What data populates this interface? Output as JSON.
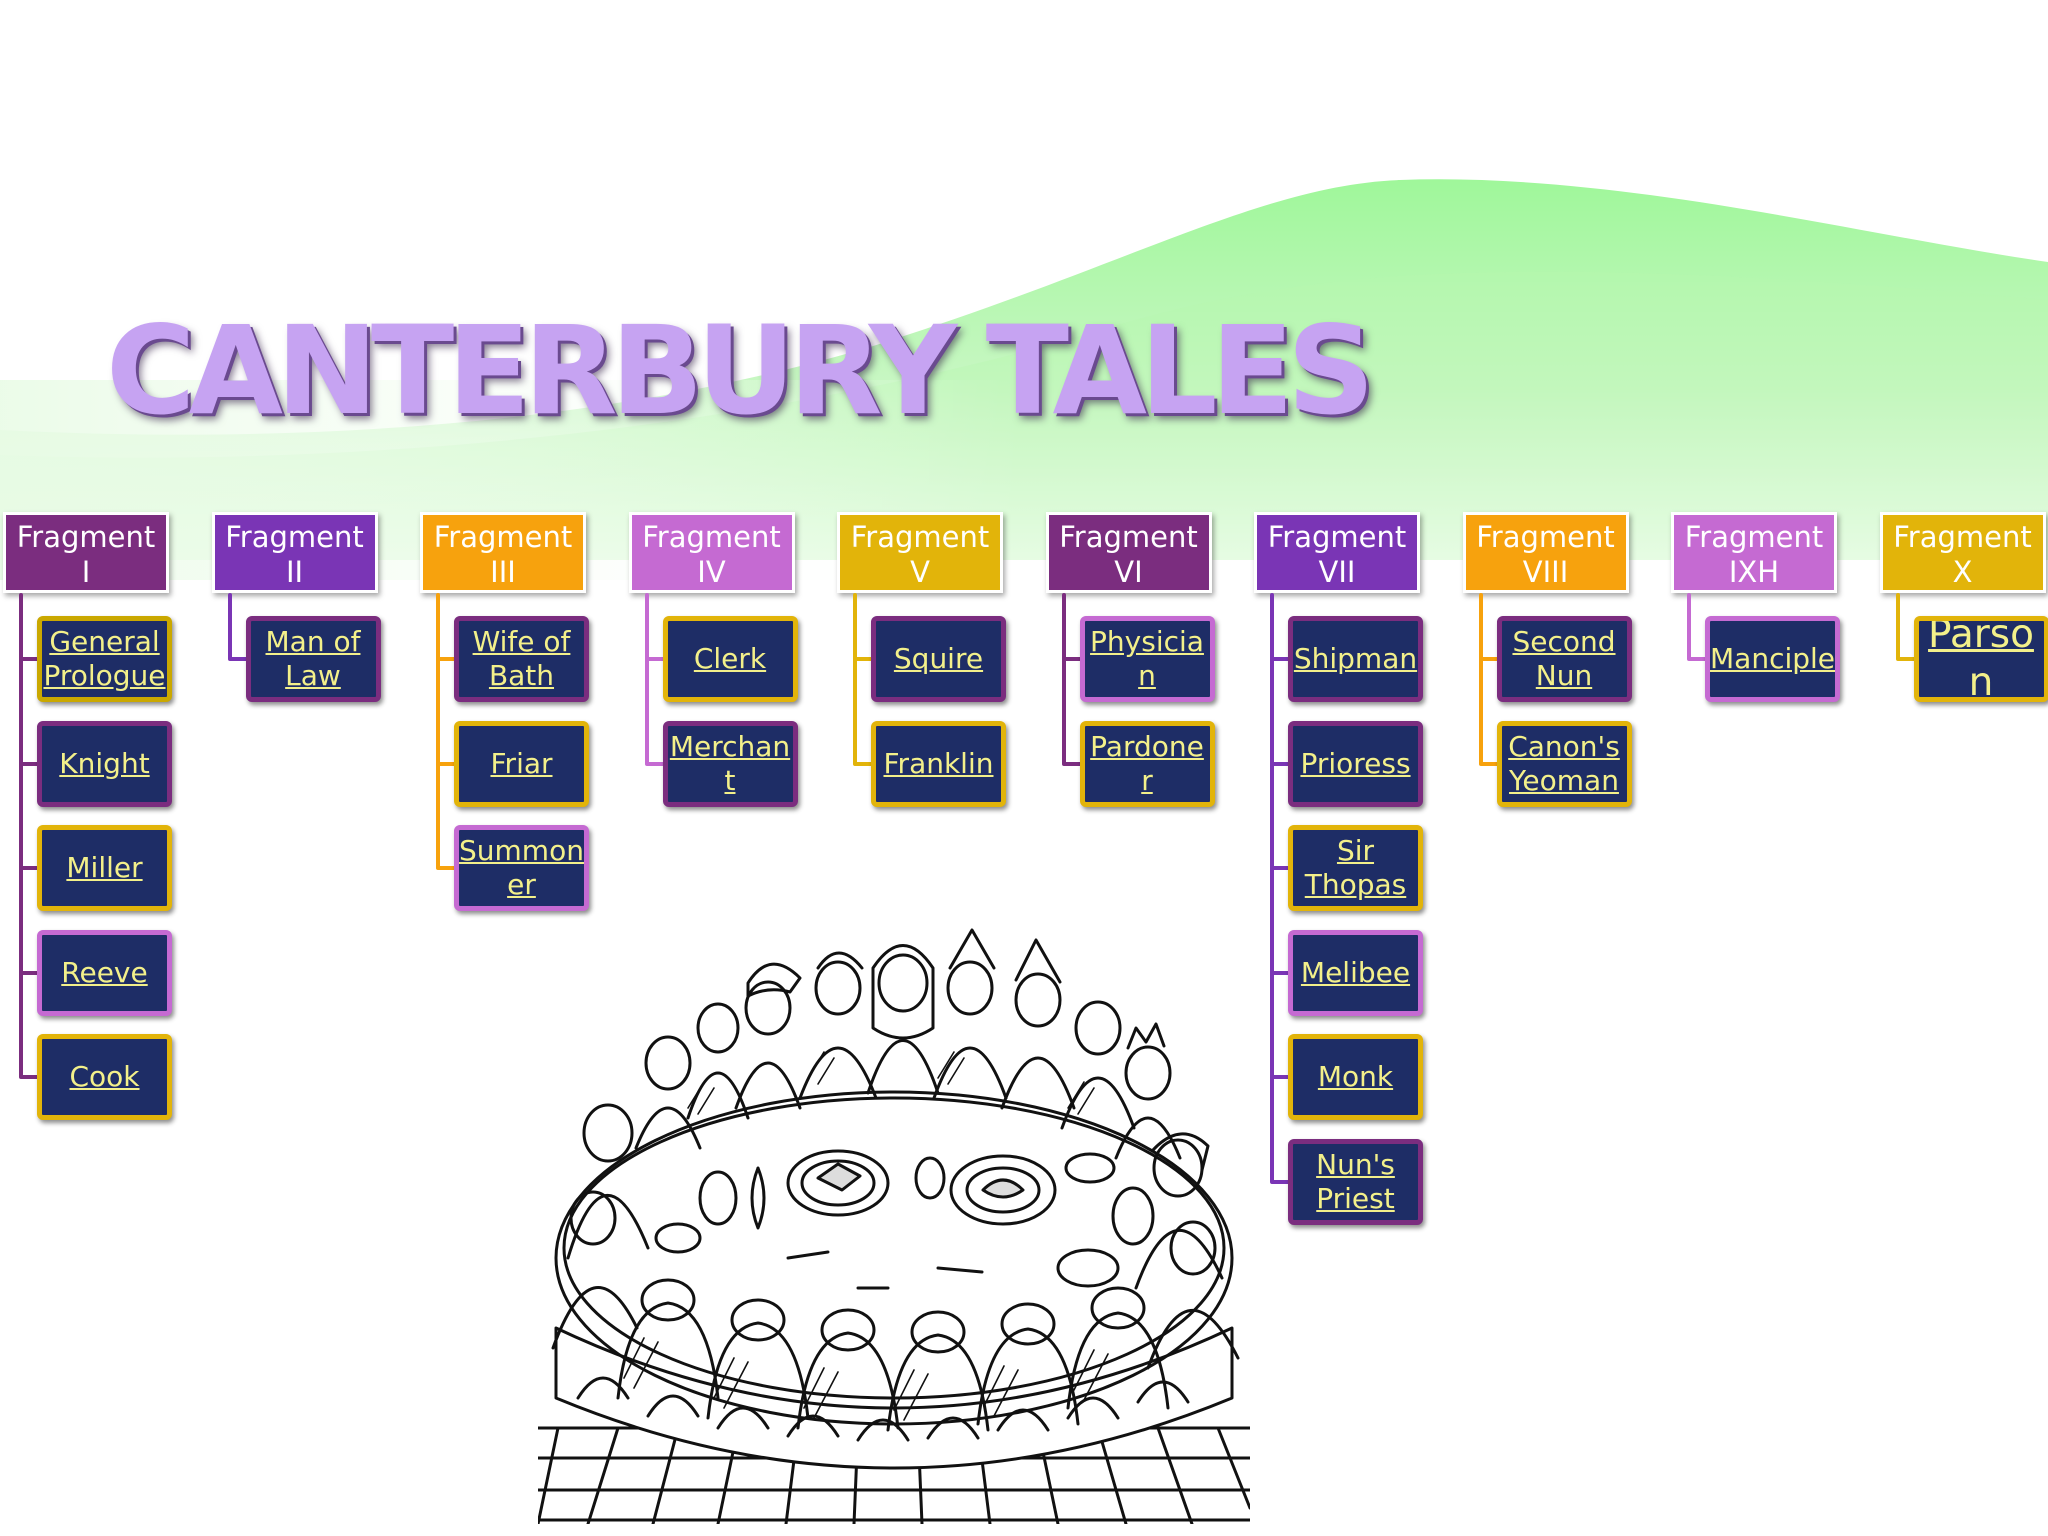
{
  "title": "CANTERBURY TALES",
  "colors": {
    "purple_dark": "#7b2d7f",
    "violet": "#7a35b5",
    "orange": "#f7a20d",
    "orchid": "#c56ad2",
    "gold": "#e2b40a",
    "navy_box": "#1e2d66",
    "item_text": "#f3f08a",
    "title_fill": "#c6a3f2",
    "wave_green": "#9ff79a"
  },
  "fragments": [
    {
      "label": "Fragment\nI",
      "color": "#7b2d7f",
      "items": [
        {
          "label": "General\nPrologue",
          "border": "#caa800"
        },
        {
          "label": "Knight",
          "border": "#7b2d7f"
        },
        {
          "label": "Miller",
          "border": "#e2b40a"
        },
        {
          "label": "Reeve",
          "border": "#c56ad2"
        },
        {
          "label": "Cook",
          "border": "#e2b40a"
        }
      ]
    },
    {
      "label": "Fragment\nII",
      "color": "#7a35b5",
      "items": [
        {
          "label": "Man of\nLaw",
          "border": "#7b2d7f"
        }
      ]
    },
    {
      "label": "Fragment\nIII",
      "color": "#f7a20d",
      "items": [
        {
          "label": "Wife of\nBath",
          "border": "#7b2d7f"
        },
        {
          "label": "Friar",
          "border": "#e2b40a"
        },
        {
          "label": "Summon\ner",
          "border": "#c56ad2"
        }
      ]
    },
    {
      "label": "Fragment\nIV",
      "color": "#c56ad2",
      "items": [
        {
          "label": "Clerk",
          "border": "#e2b40a"
        },
        {
          "label": "Merchan\nt",
          "border": "#7b2d7f"
        }
      ]
    },
    {
      "label": "Fragment\nV",
      "color": "#e2b40a",
      "items": [
        {
          "label": "Squire",
          "border": "#7b2d7f"
        },
        {
          "label": "Franklin",
          "border": "#e2b40a"
        }
      ]
    },
    {
      "label": "Fragment\nVI",
      "color": "#7b2d7f",
      "items": [
        {
          "label": "Physicia\nn",
          "border": "#c56ad2"
        },
        {
          "label": "Pardone\nr",
          "border": "#e2b40a"
        }
      ]
    },
    {
      "label": "Fragment\nVII",
      "color": "#7a35b5",
      "items": [
        {
          "label": "Shipman",
          "border": "#7b2d7f"
        },
        {
          "label": "Prioress",
          "border": "#7b2d7f"
        },
        {
          "label": "Sir\nThopas",
          "border": "#e2b40a"
        },
        {
          "label": "Melibee",
          "border": "#c56ad2"
        },
        {
          "label": "Monk",
          "border": "#e2b40a"
        },
        {
          "label": "Nun's\nPriest",
          "border": "#7b2d7f"
        }
      ]
    },
    {
      "label": "Fragment\nVIII",
      "color": "#f7a20d",
      "items": [
        {
          "label": "Second\nNun",
          "border": "#7b2d7f"
        },
        {
          "label": "Canon's\nYeoman",
          "border": "#e2b40a"
        }
      ]
    },
    {
      "label": "Fragment\nIXH",
      "color": "#c56ad2",
      "items": [
        {
          "label": "Manciple",
          "border": "#c56ad2"
        }
      ]
    },
    {
      "label": "Fragment\nX",
      "color": "#e2b40a",
      "items": [
        {
          "label": "Parso\nn",
          "border": "#e2b40a",
          "big": true
        }
      ]
    }
  ]
}
